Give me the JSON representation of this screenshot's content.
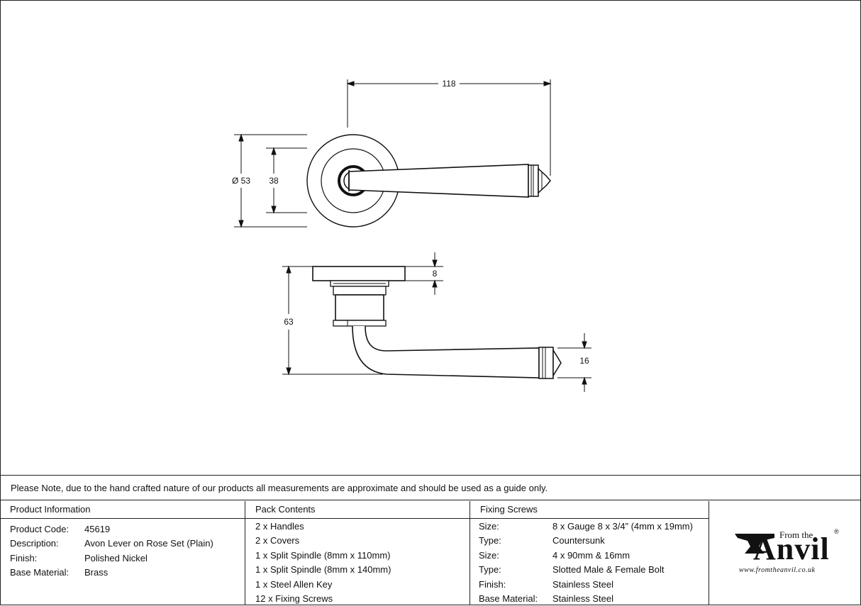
{
  "dimensions": {
    "length": "118",
    "rose_diameter": "Ø 53",
    "inner_diameter": "38",
    "rose_thickness": "8",
    "projection": "63",
    "grip_height": "16"
  },
  "note": "Please Note, due to the hand crafted nature of our products all measurements are approximate and should be used as a guide only.",
  "product_information": {
    "heading": "Product Information",
    "rows": [
      {
        "label": "Product Code:",
        "value": "45619"
      },
      {
        "label": "Description:",
        "value": "Avon Lever on Rose Set (Plain)"
      },
      {
        "label": "Finish:",
        "value": "Polished Nickel"
      },
      {
        "label": "Base Material:",
        "value": "Brass"
      }
    ]
  },
  "pack_contents": {
    "heading": "Pack Contents",
    "items": [
      "2 x Handles",
      "2 x Covers",
      "1 x Split Spindle (8mm x 110mm)",
      "1 x Split Spindle (8mm x 140mm)",
      "1 x Steel Allen Key",
      "12 x Fixing Screws"
    ]
  },
  "fixing_screws": {
    "heading": "Fixing Screws",
    "rows": [
      {
        "label": "Size:",
        "value": "8 x Gauge 8 x 3/4” (4mm x 19mm)"
      },
      {
        "label": "Type:",
        "value": "Countersunk"
      },
      {
        "label": "Size:",
        "value": "4 x 90mm & 16mm"
      },
      {
        "label": "Type:",
        "value": "Slotted Male & Female Bolt"
      },
      {
        "label": "Finish:",
        "value": "Stainless Steel"
      },
      {
        "label": "Base Material:",
        "value": "Stainless Steel"
      }
    ]
  },
  "logo": {
    "from_the": "From the",
    "name": "Anvil",
    "reg": "®",
    "url": "www.fromtheanvil.co.uk"
  }
}
